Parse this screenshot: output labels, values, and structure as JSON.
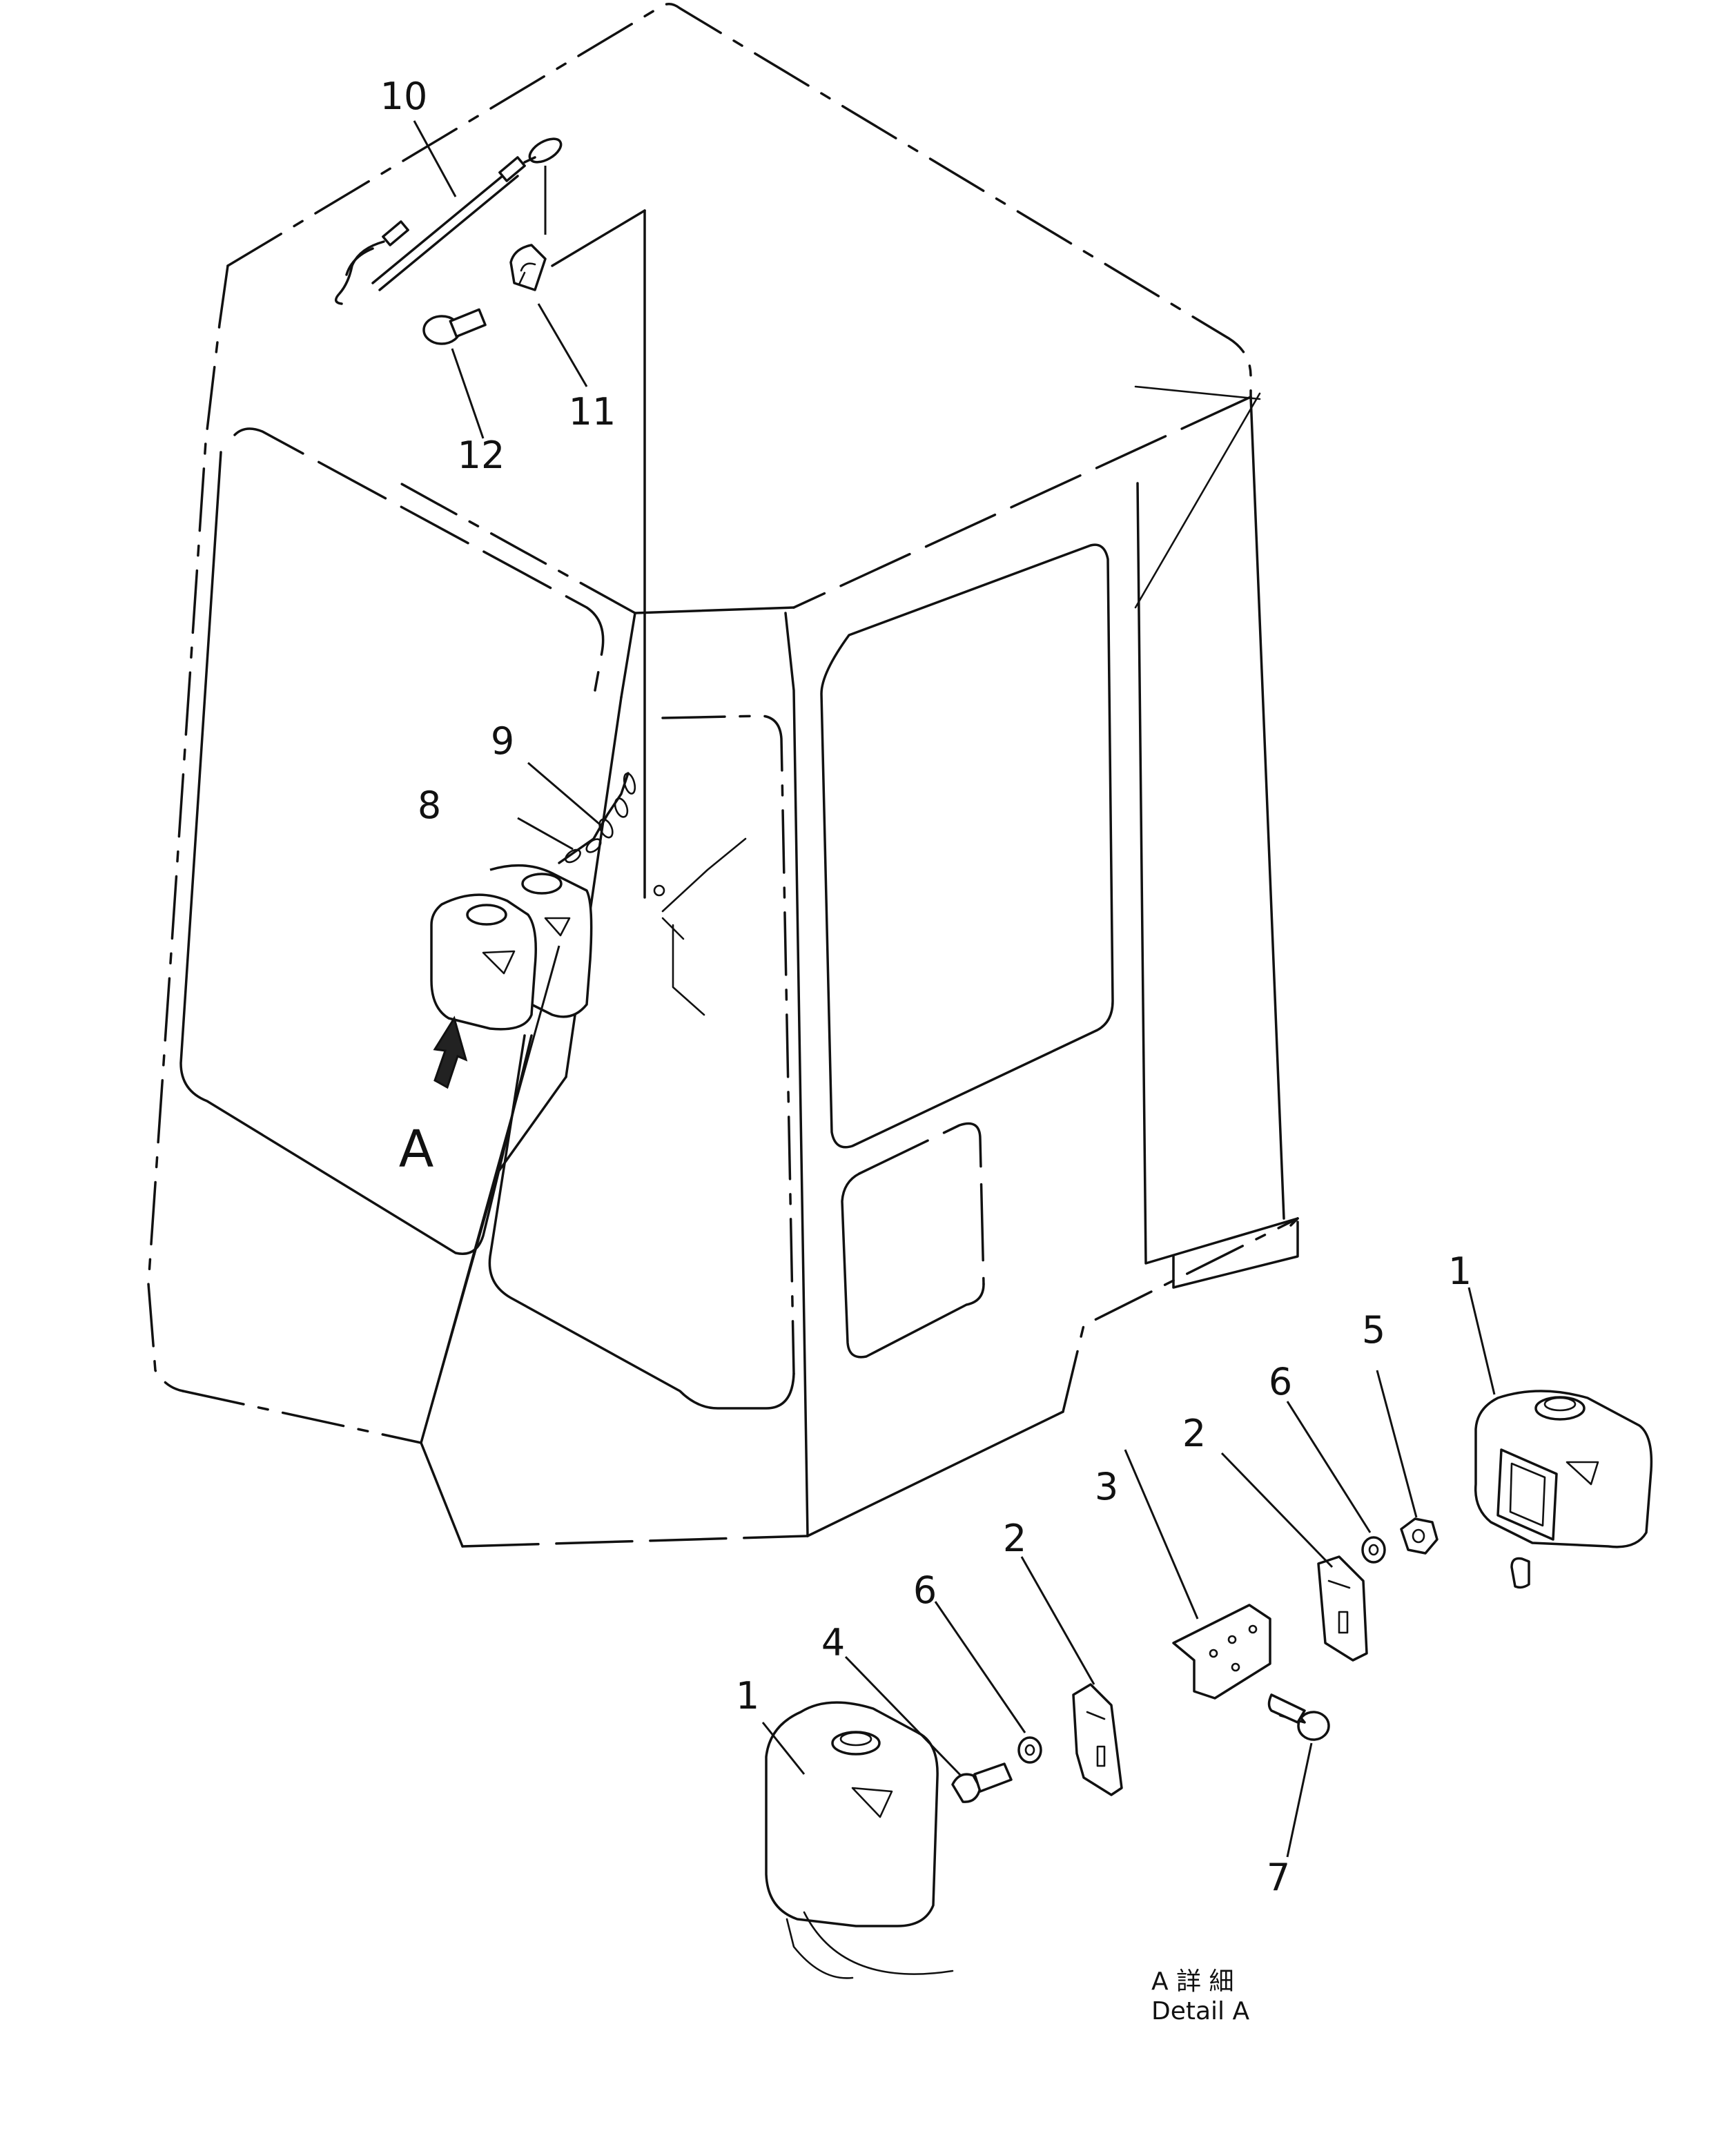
{
  "callouts": {
    "c1a": "1",
    "c1b": "1",
    "c2a": "2",
    "c2b": "2",
    "c3": "3",
    "c4": "4",
    "c5": "5",
    "c6a": "6",
    "c6b": "6",
    "c7": "7",
    "c8": "8",
    "c9": "9",
    "c10": "10",
    "c11": "11",
    "c12": "12"
  },
  "view_arrow_label": "A",
  "detail_caption": {
    "line1": "A 詳 細",
    "line2": "Detail A"
  }
}
